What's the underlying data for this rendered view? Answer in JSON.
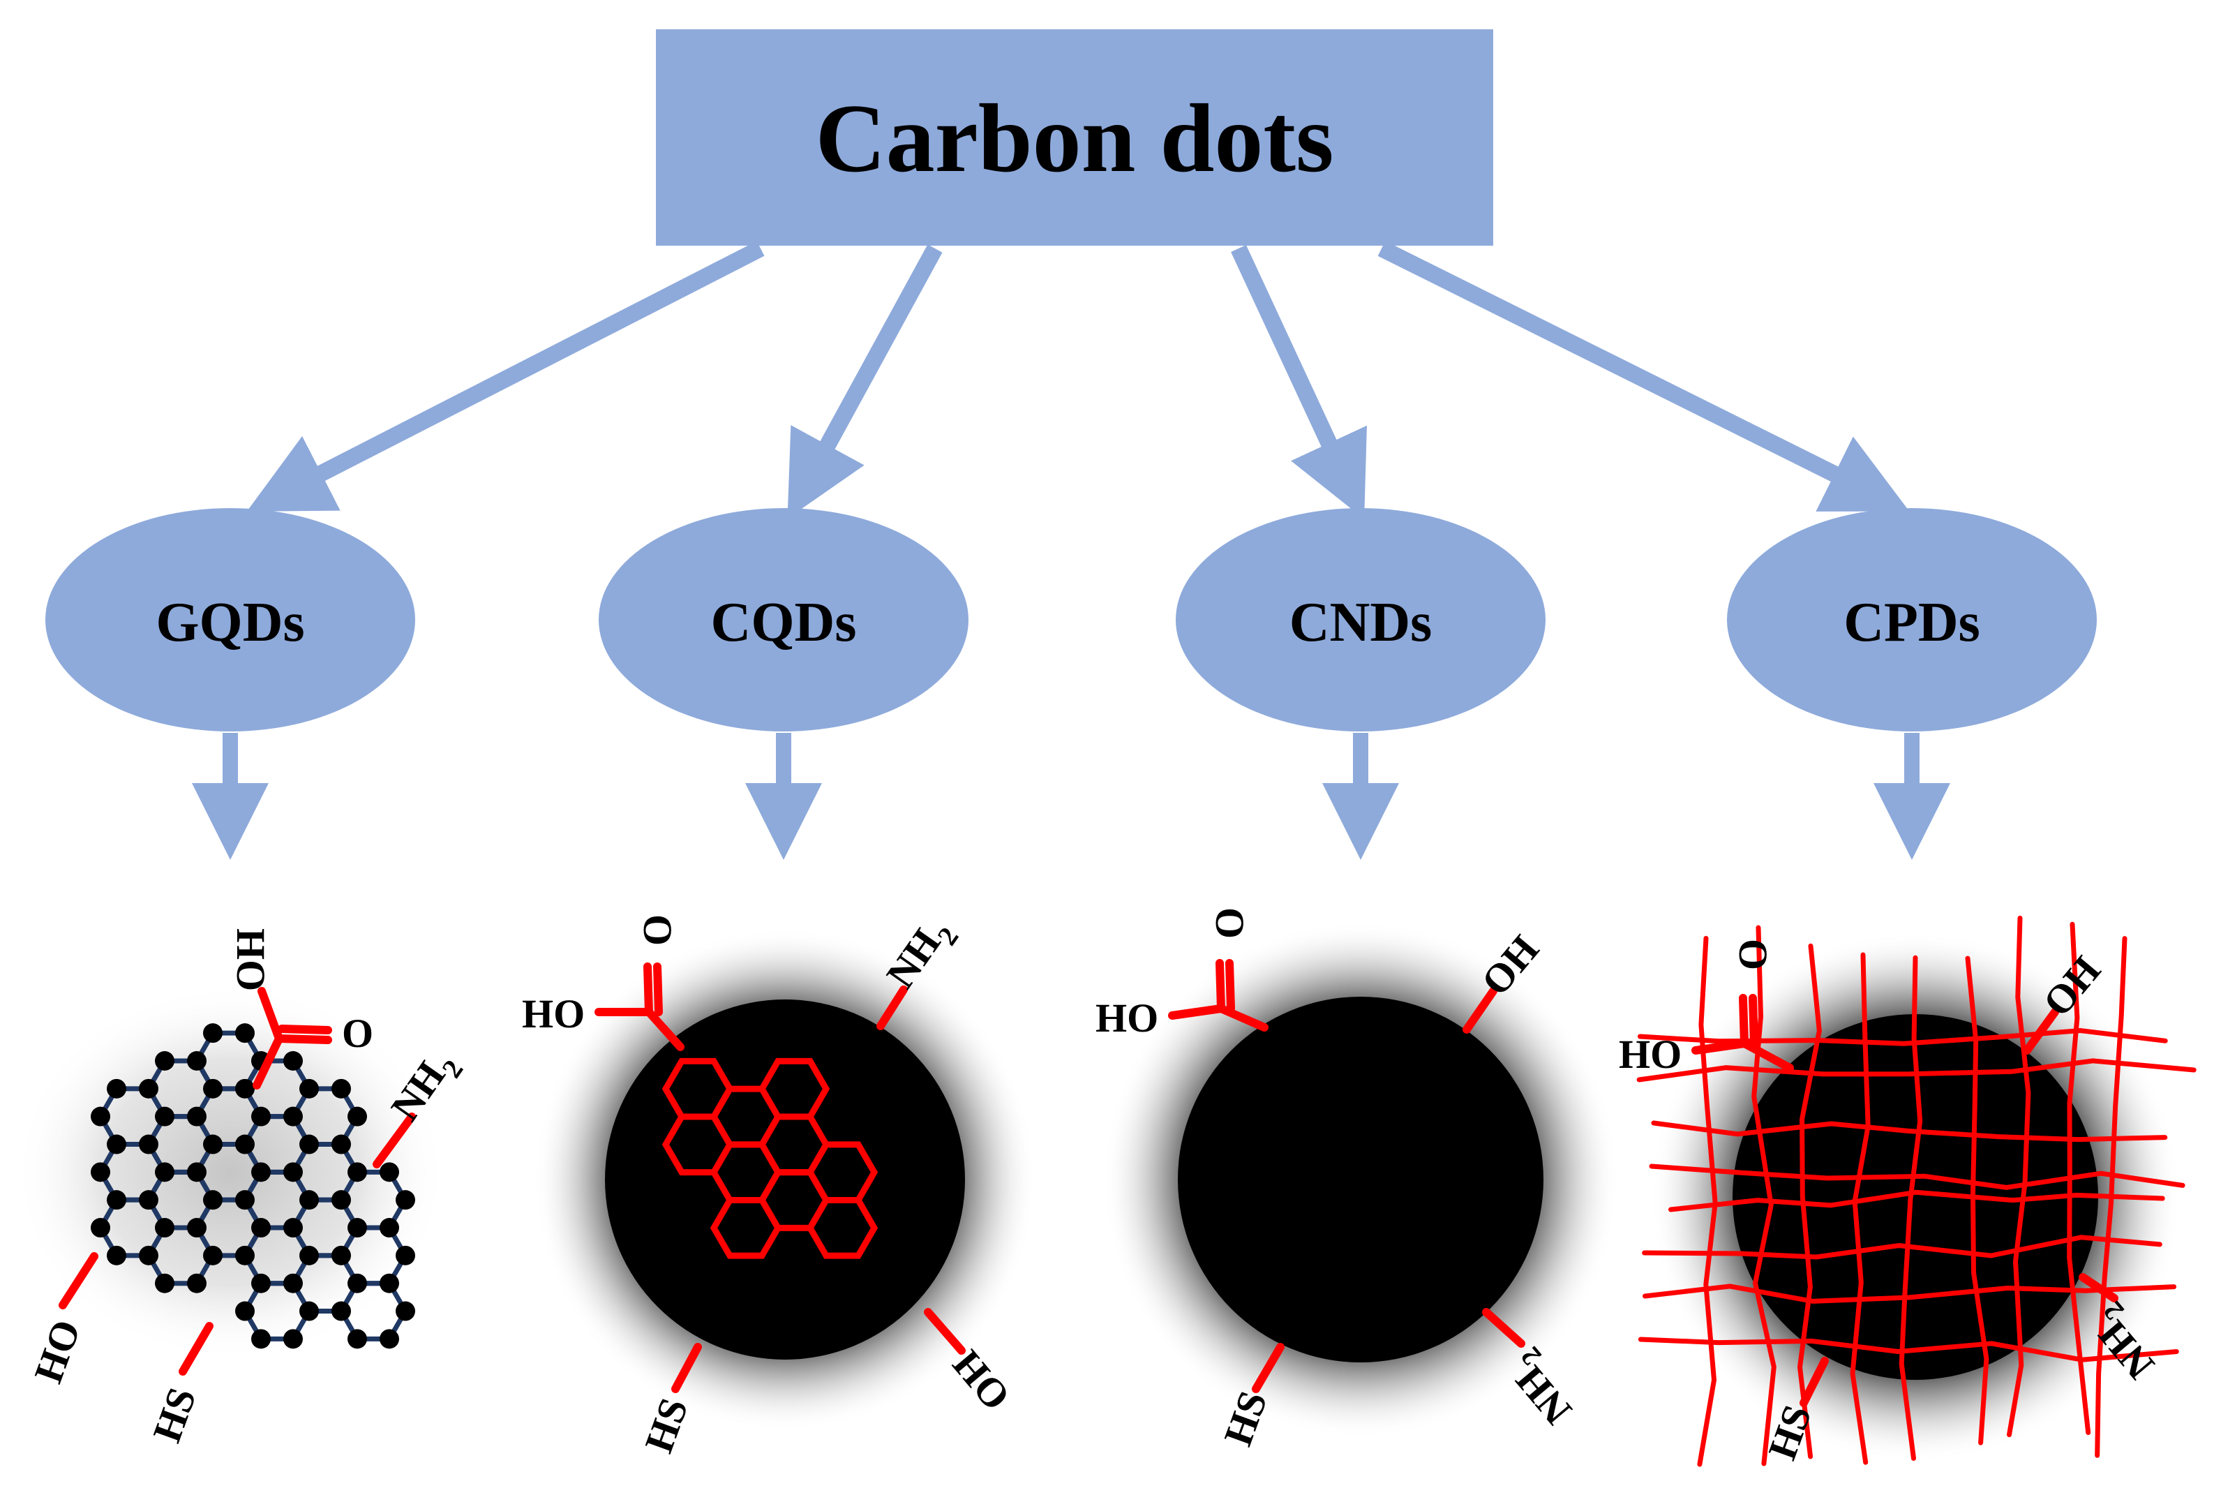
{
  "title": "Carbon dots",
  "categories": [
    {
      "id": "gqds",
      "label": "GQDs"
    },
    {
      "id": "cqds",
      "label": "CQDs"
    },
    {
      "id": "cnds",
      "label": "CNDs"
    },
    {
      "id": "cpds",
      "label": "CPDs"
    }
  ],
  "groups": {
    "ho": "HO",
    "oh": "OH",
    "o": "O",
    "nh": "NH",
    "sub2": "2",
    "hs": "HS"
  },
  "colors": {
    "box": "#8eaadb",
    "arrow": "#8eaadb",
    "core": "#000000",
    "functional": "#ff0000",
    "lattice_bond": "#1f3864"
  }
}
